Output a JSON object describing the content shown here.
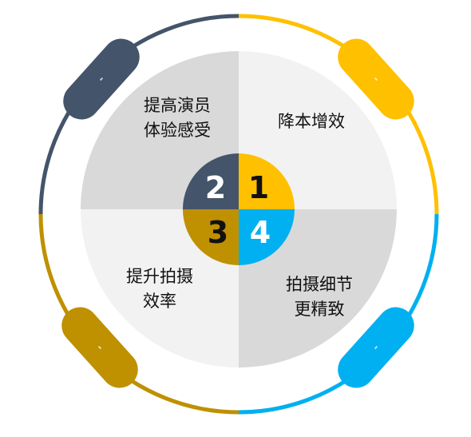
{
  "center_badges": [
    {
      "id": "1",
      "color": "#FFC000"
    },
    {
      "id": "2",
      "color": "#44546A"
    },
    {
      "id": "3",
      "color": "#BF9000"
    },
    {
      "id": "4",
      "color": "#00B0F0"
    }
  ],
  "quadrants": {
    "top_left": {
      "label": "提高演员\n体验感受",
      "fill": "#D9D9D9"
    },
    "top_right": {
      "label": "降本增效",
      "fill": "#F2F2F2"
    },
    "bottom_left": {
      "label": "提升拍摄\n效率",
      "fill": "#F2F2F2"
    },
    "bottom_right": {
      "label": "拍摄细节\n更精致",
      "fill": "#D9D9D9"
    }
  },
  "ring_colors": {
    "top_left": "#44546A",
    "top_right": "#FFC000",
    "bottom_left": "#BF9000",
    "bottom_right": "#00B0F0"
  },
  "number_color": "#111111",
  "number_color_light": "#ffffff"
}
